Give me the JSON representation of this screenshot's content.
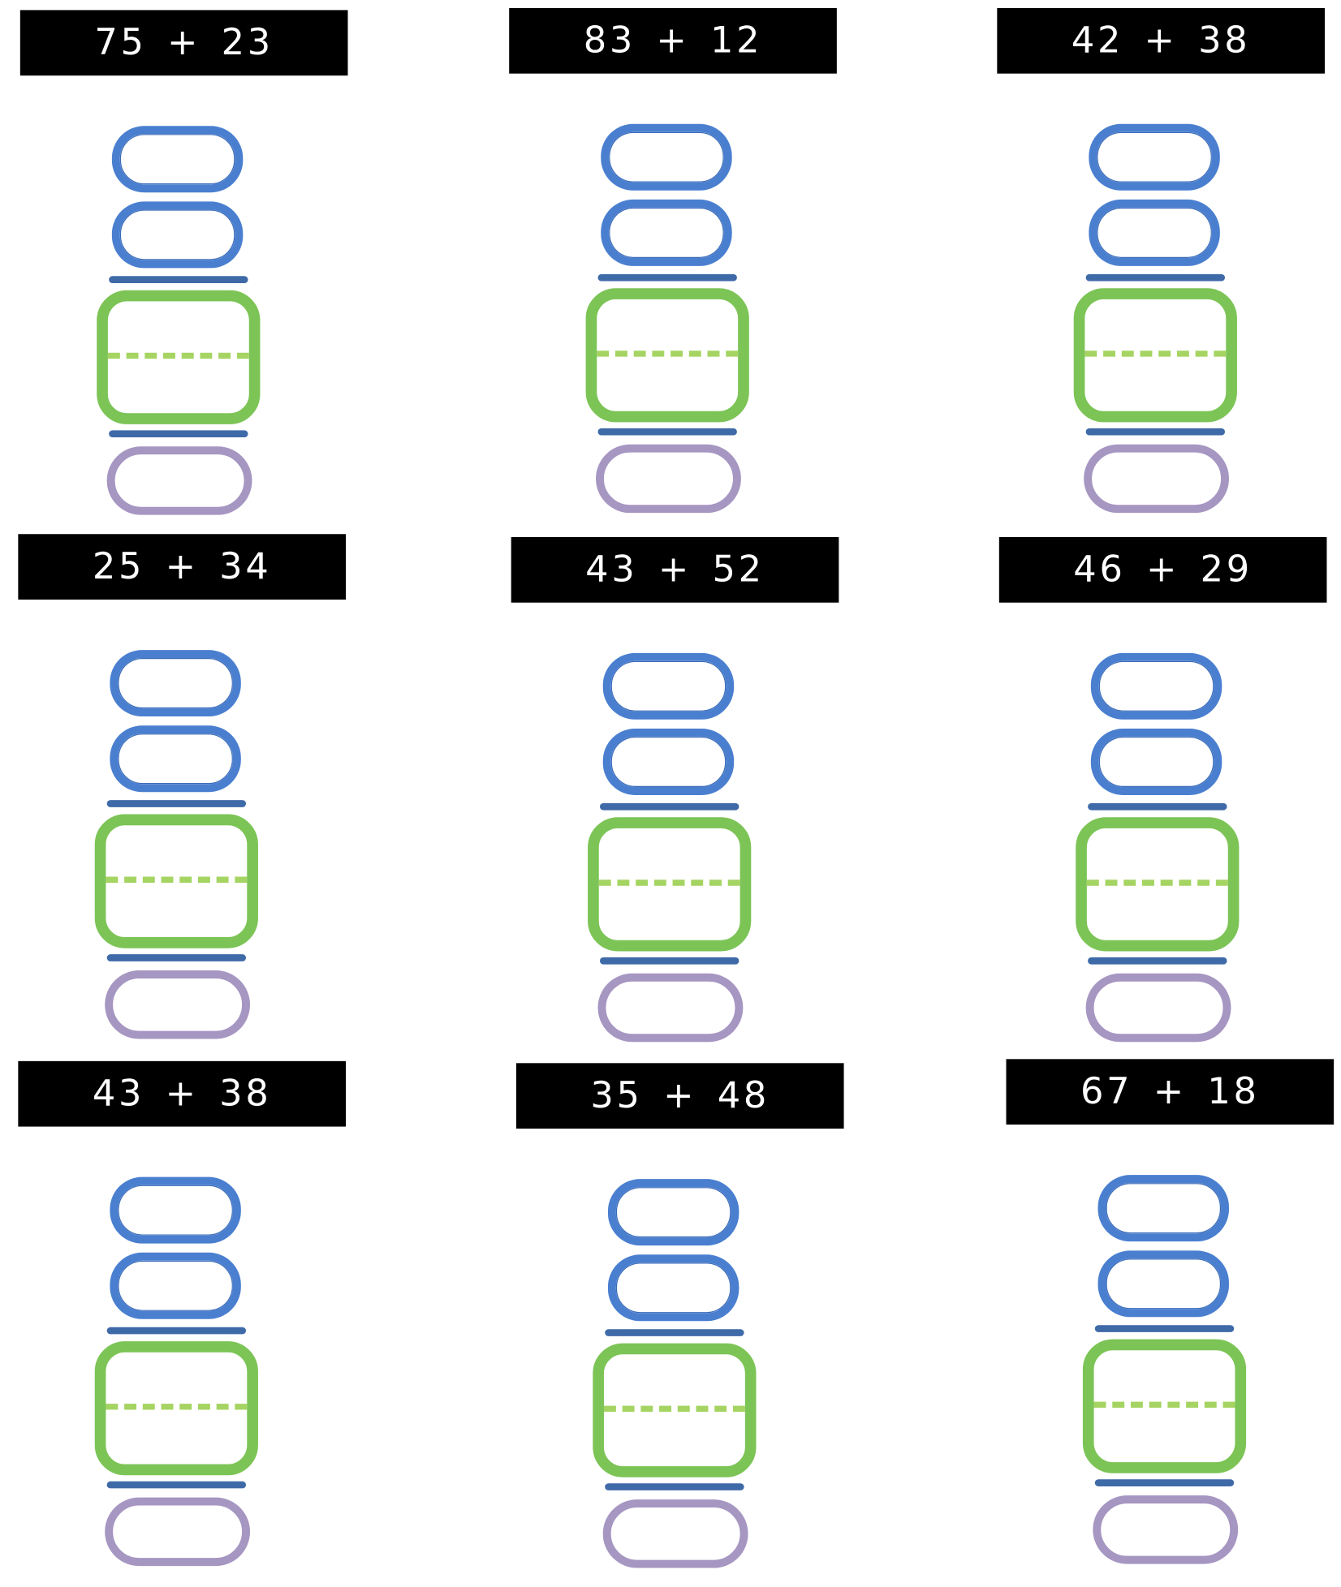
{
  "problems": [
    {
      "label": "75 + 23"
    },
    {
      "label": "83 + 12"
    },
    {
      "label": "42 + 38"
    },
    {
      "label": "25 + 34"
    },
    {
      "label": "43 + 52"
    },
    {
      "label": "46 + 29"
    },
    {
      "label": "43 + 38"
    },
    {
      "label": "35 + 48"
    },
    {
      "label": "67 + 18"
    }
  ],
  "colors": {
    "tens_ones": "#4a7fd0",
    "sum": "#7cc456",
    "answer": "#a696c2",
    "divider": "#3f6aa8"
  }
}
